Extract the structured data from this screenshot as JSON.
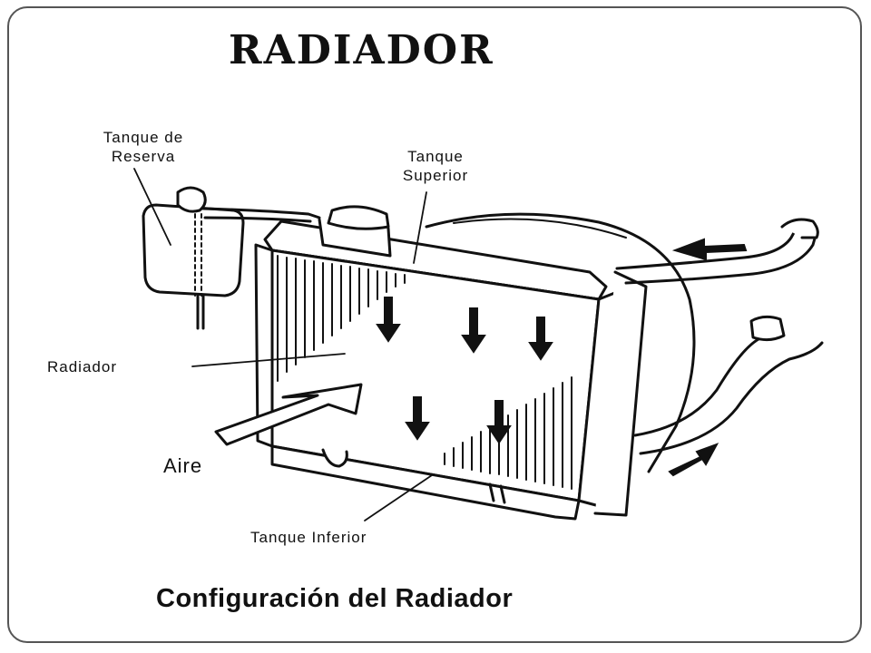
{
  "title": "RADIADOR",
  "labels": {
    "reserve_tank_line1": "Tanque de",
    "reserve_tank_line2": "Reserva",
    "upper_tank_line1": "Tanque",
    "upper_tank_line2": "Superior",
    "radiator": "Radiador",
    "air": "Aire",
    "lower_tank": "Tanque Inferior"
  },
  "caption": "Configuración del Radiador"
}
